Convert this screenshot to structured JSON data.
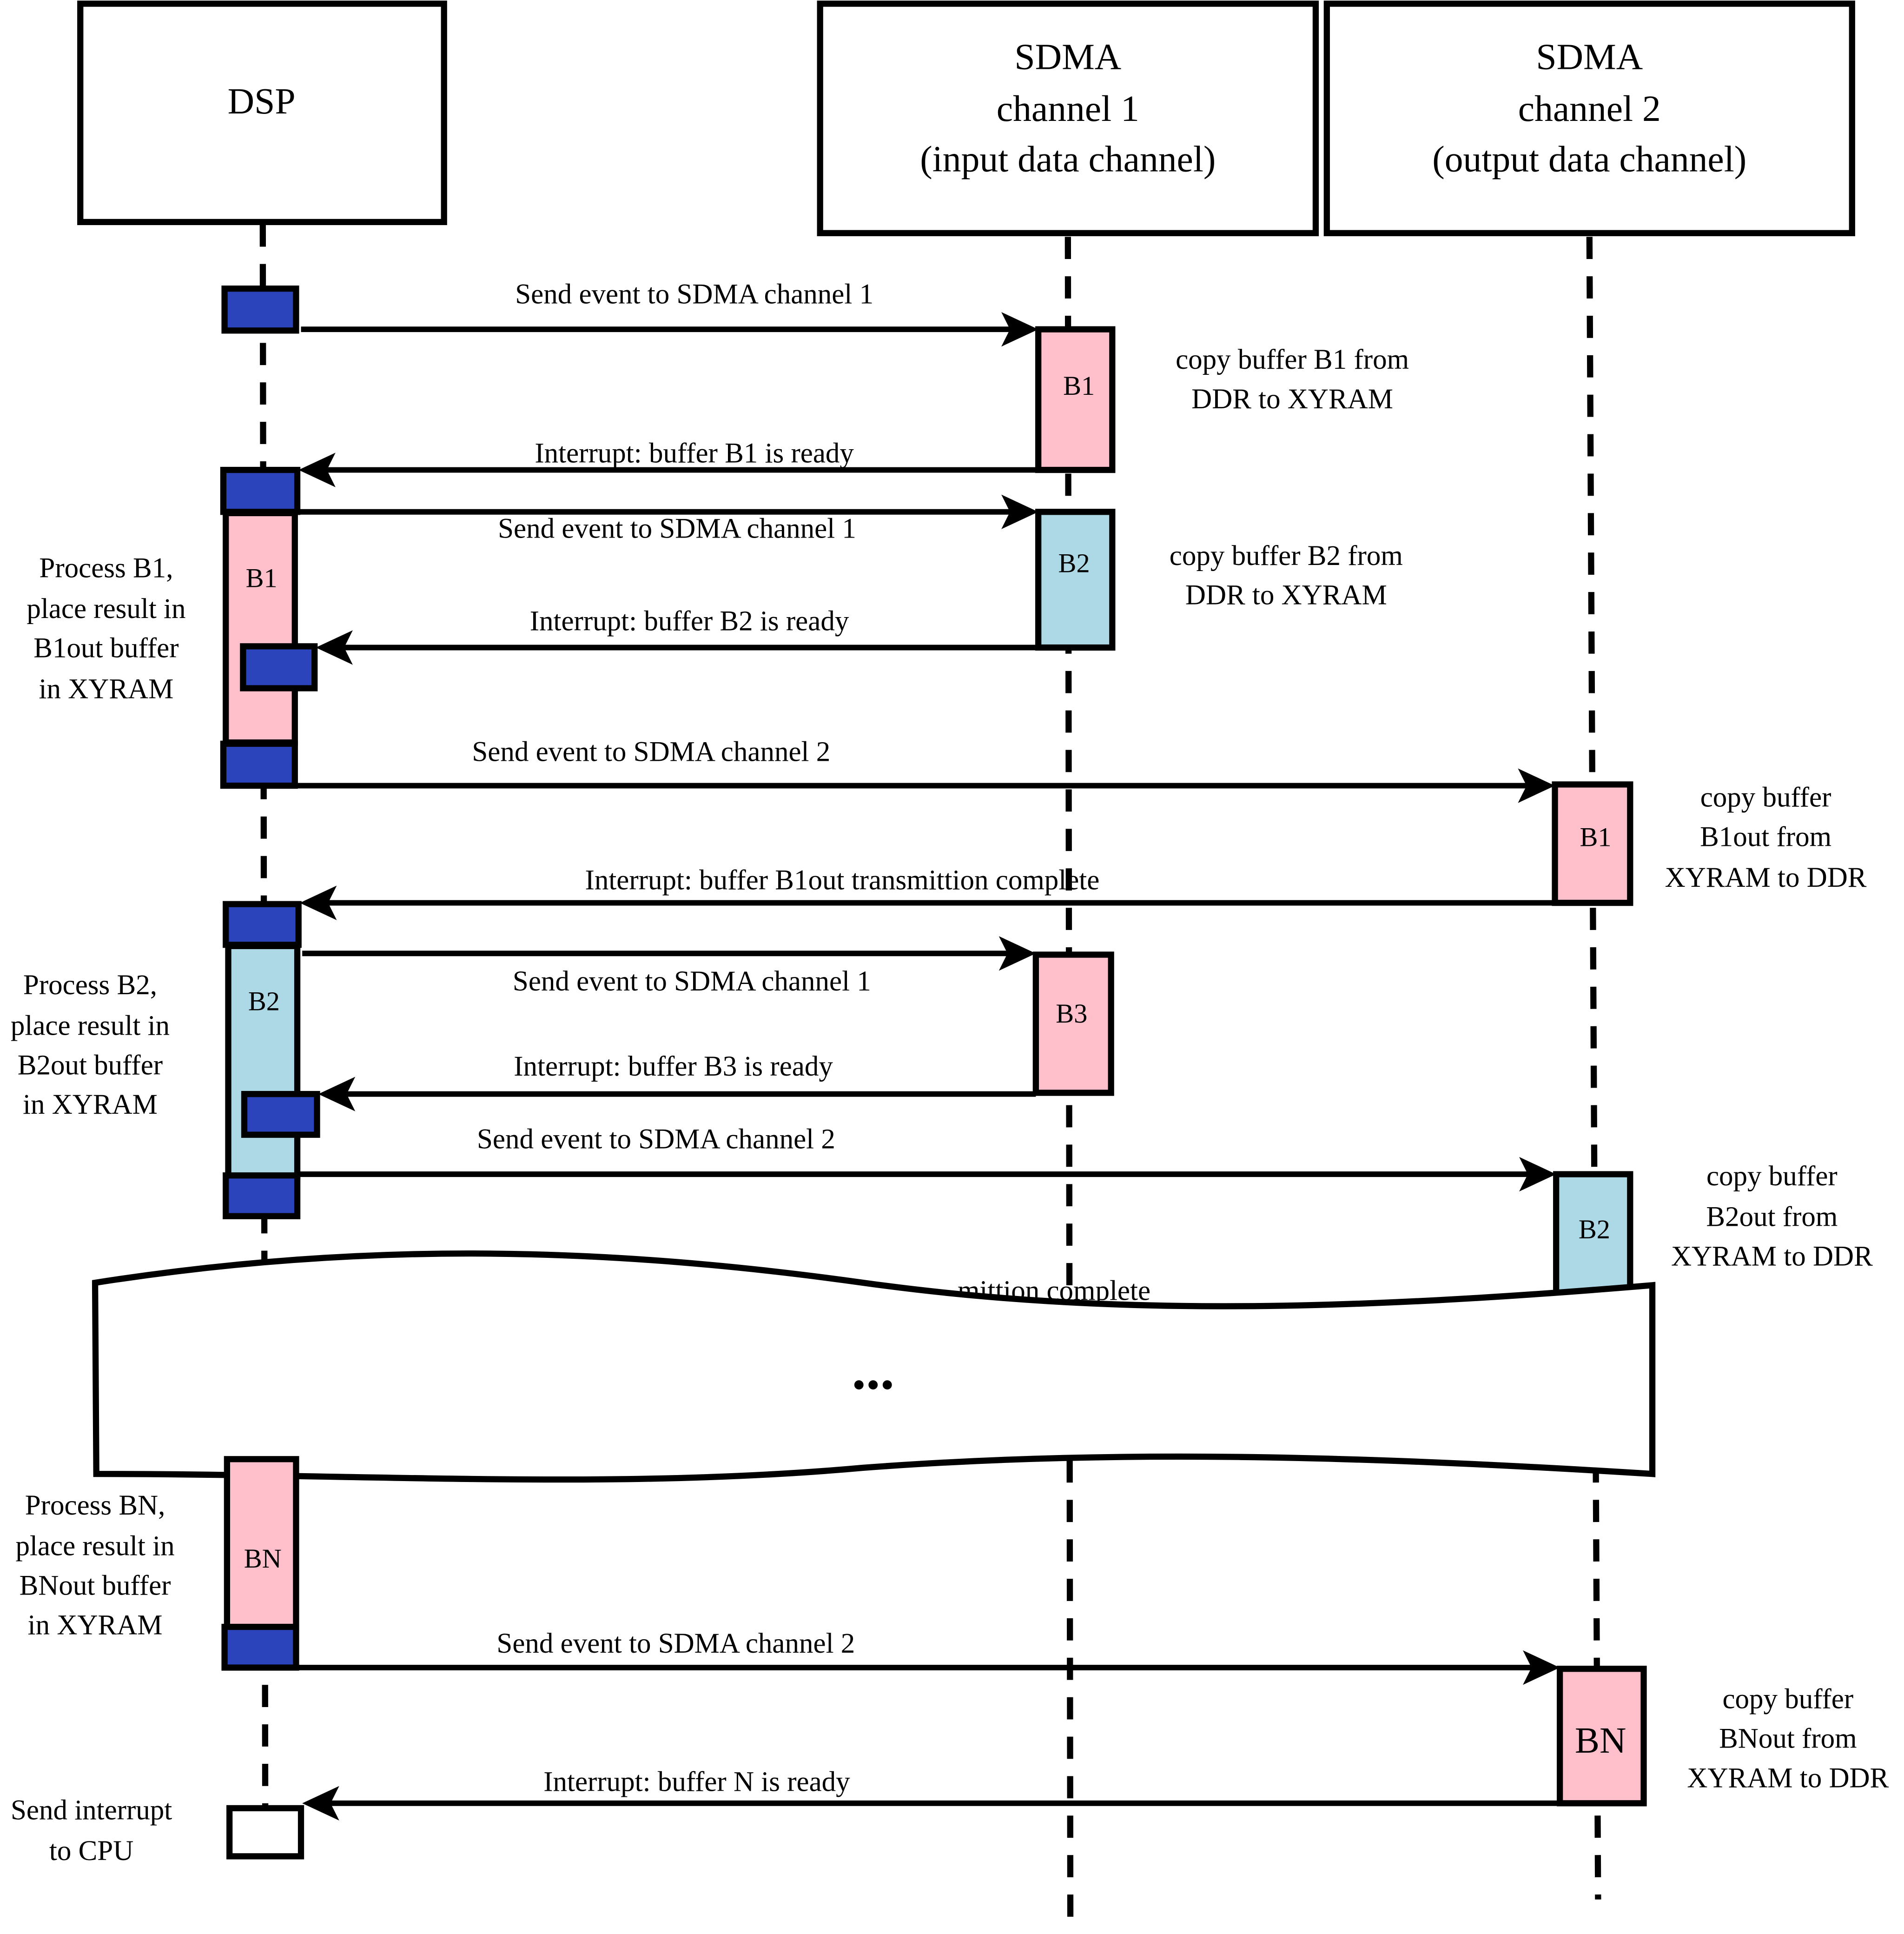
{
  "diagram": {
    "type": "sequence",
    "colors": {
      "dsp_active": "#2b44bb",
      "buffer_pink": "#ffc0cb",
      "buffer_blue": "#add8e6",
      "line": "#000000",
      "background": "#ffffff"
    },
    "participants": [
      {
        "id": "dsp",
        "lines": [
          "DSP"
        ]
      },
      {
        "id": "sdma1",
        "lines": [
          "SDMA",
          "channel 1",
          "(input data channel)"
        ]
      },
      {
        "id": "sdma2",
        "lines": [
          "SDMA",
          "channel 2",
          "(output data channel)"
        ]
      }
    ],
    "messages": [
      {
        "from": "dsp",
        "to": "sdma1",
        "label": "Send event to SDMA channel 1"
      },
      {
        "from": "sdma1",
        "to": "dsp",
        "label": "Interrupt: buffer B1 is ready"
      },
      {
        "from": "dsp",
        "to": "sdma1",
        "label": "Send event to SDMA channel 1"
      },
      {
        "from": "sdma1",
        "to": "dsp",
        "label": "Interrupt: buffer B2 is ready"
      },
      {
        "from": "dsp",
        "to": "sdma2",
        "label": "Send event to SDMA channel 2"
      },
      {
        "from": "sdma2",
        "to": "dsp",
        "label": "Interrupt: buffer B1out transmittion complete"
      },
      {
        "from": "dsp",
        "to": "sdma1",
        "label": "Send event to SDMA channel 1"
      },
      {
        "from": "sdma1",
        "to": "dsp",
        "label": "Interrupt: buffer B3 is ready"
      },
      {
        "from": "dsp",
        "to": "sdma2",
        "label": "Send event to SDMA channel 2"
      },
      {
        "from": "sdma2",
        "to": "dsp",
        "label": "...transmittion complete (partially hidden)",
        "visible_fragment": "mittion complete"
      },
      {
        "from": "dsp",
        "to": "sdma2",
        "label": "Send event to SDMA channel 2"
      },
      {
        "from": "sdma2",
        "to": "dsp",
        "label": "Interrupt: buffer N is ready"
      }
    ],
    "buffers": {
      "sdma1_b1": "B1",
      "sdma1_b2": "B2",
      "sdma1_b3": "B3",
      "sdma2_b1": "B1",
      "sdma2_b2": "B2",
      "sdma2_bn": "BN",
      "dsp_b1": "B1",
      "dsp_b2": "B2",
      "dsp_bn": "BN"
    },
    "notes": {
      "copy_b1": [
        "copy buffer B1 from",
        "DDR to XYRAM"
      ],
      "copy_b2": [
        "copy buffer B2 from",
        "DDR to XYRAM"
      ],
      "copy_b1out": [
        "copy buffer",
        "B1out from",
        "XYRAM to DDR"
      ],
      "copy_b2out": [
        "copy buffer",
        "B2out from",
        "XYRAM to DDR"
      ],
      "copy_bnout": [
        "copy buffer",
        "BNout from",
        "XYRAM to DDR"
      ],
      "process_b1": [
        "Process B1,",
        "place result in",
        "B1out buffer",
        "in XYRAM"
      ],
      "process_b2": [
        "Process B2,",
        "place result in",
        "B2out buffer",
        "in XYRAM"
      ],
      "process_bn": [
        "Process BN,",
        "place result in",
        "BNout buffer",
        "in XYRAM"
      ],
      "send_interrupt": [
        "Send interrupt",
        "to CPU"
      ]
    },
    "ellipsis": "..."
  }
}
